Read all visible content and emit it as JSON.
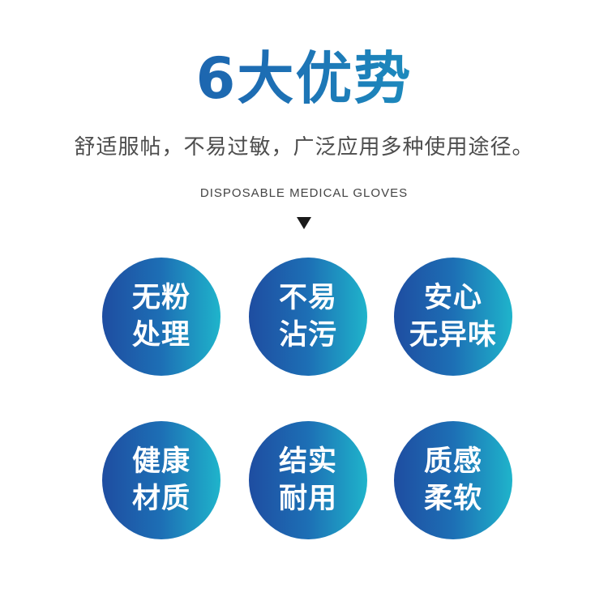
{
  "header": {
    "title": "6大优势",
    "subtitle": "舒适服帖，不易过敏，广泛应用多种使用途径。",
    "en_label": "DISPOSABLE MEDICAL GLOVES"
  },
  "features": [
    {
      "line1": "无粉",
      "line2": "处理"
    },
    {
      "line1": "不易",
      "line2": "沾污"
    },
    {
      "line1": "安心",
      "line2": "无异味"
    },
    {
      "line1": "健康",
      "line2": "材质"
    },
    {
      "line1": "结实",
      "line2": "耐用"
    },
    {
      "line1": "质感",
      "line2": "柔软"
    }
  ],
  "colors": {
    "gradient_start": "#1e4da1",
    "gradient_end": "#1fb4cb",
    "text_gray": "#4d4d4d"
  }
}
